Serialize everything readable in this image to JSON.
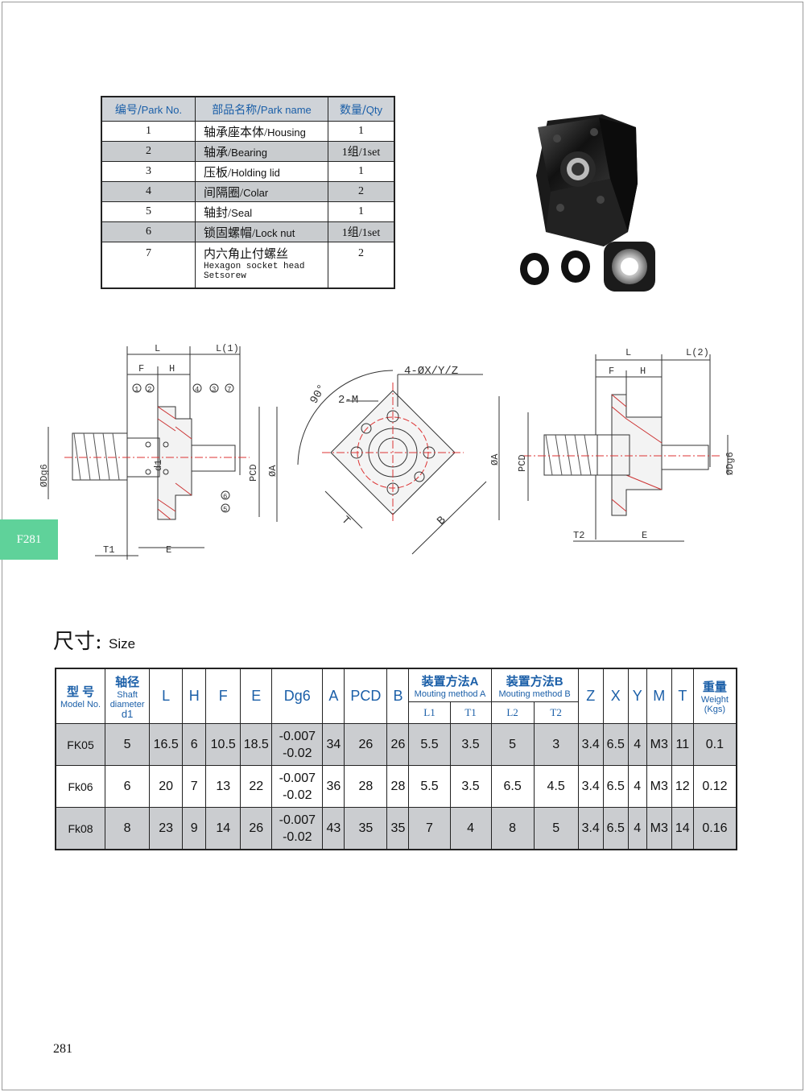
{
  "parts_table": {
    "headers": {
      "no_cn": "编号/",
      "no_en": "Park No.",
      "name_cn": "部品名称/",
      "name_en": "Park name",
      "qty_cn": "数量/",
      "qty_en": "Qty"
    },
    "rows": [
      {
        "no": "1",
        "name_cn": "轴承座本体/",
        "name_en": "Housing",
        "qty": "1"
      },
      {
        "no": "2",
        "name_cn": "轴承/",
        "name_en": "Bearing",
        "qty": "1组/1set"
      },
      {
        "no": "3",
        "name_cn": "压板/",
        "name_en": "Holding lid",
        "qty": "1"
      },
      {
        "no": "4",
        "name_cn": "间隔圈/",
        "name_en": "Colar",
        "qty": "2"
      },
      {
        "no": "5",
        "name_cn": "轴封/",
        "name_en": "Seal",
        "qty": "1"
      },
      {
        "no": "6",
        "name_cn": "锁固螺帽/",
        "name_en": "Lock nut",
        "qty": "1组/1set"
      },
      {
        "no": "7",
        "name_cn": "内六角止付螺丝",
        "name_en": "Hexagon socket head",
        "name_en2": "Setsorew",
        "qty": "2"
      }
    ]
  },
  "drawing_labels": {
    "L": "L",
    "L1": "L(1)",
    "L2": "L(2)",
    "F": "F",
    "H": "H",
    "T1": "T1",
    "T2": "T2",
    "E": "E",
    "Dg6": "ØDg6",
    "d1": "d1",
    "PCD": "PCD",
    "A": "ØA",
    "holes": "4-ØX/Y/Z",
    "M": "2-M",
    "angle": "90°",
    "T": "T",
    "B": "B",
    "callouts": [
      "1",
      "2",
      "3",
      "4",
      "5",
      "6",
      "7"
    ]
  },
  "side_tab": "F281",
  "size_section": {
    "title_cn": "尺寸:",
    "title_en": "Size"
  },
  "size_table": {
    "model_cn": "型  号",
    "model_en": "Model No.",
    "shaft_cn": "轴径",
    "shaft_en1": "Shaft",
    "shaft_en2": "diameter",
    "shaft_d1": "d1",
    "cols": [
      "L",
      "H",
      "F",
      "E",
      "Dg6",
      "A",
      "PCD",
      "B"
    ],
    "mountA_cn": "装置方法A",
    "mountA_en": "Mouting  method  A",
    "mountB_cn": "装置方法B",
    "mountB_en": "Mouting  method  B",
    "sub": [
      "L1",
      "T1",
      "L2",
      "T2"
    ],
    "cols2": [
      "Z",
      "X",
      "Y",
      "M",
      "T"
    ],
    "weight_cn": "重量",
    "weight_en1": "Weight",
    "weight_en2": "(Kgs)",
    "rows": [
      {
        "model": "FK05",
        "d1": "5",
        "L": "16.5",
        "H": "6",
        "F": "10.5",
        "E": "18.5",
        "dg6a": "-0.007",
        "dg6b": "-0.02",
        "A": "34",
        "PCD": "26",
        "B": "26",
        "L1": "5.5",
        "T1": "3.5",
        "L2": "5",
        "T2": "3",
        "Z": "3.4",
        "X": "6.5",
        "Y": "4",
        "M": "M3",
        "T": "11",
        "W": "0.1"
      },
      {
        "model": "Fk06",
        "d1": "6",
        "L": "20",
        "H": "7",
        "F": "13",
        "E": "22",
        "dg6a": "-0.007",
        "dg6b": "-0.02",
        "A": "36",
        "PCD": "28",
        "B": "28",
        "L1": "5.5",
        "T1": "3.5",
        "L2": "6.5",
        "T2": "4.5",
        "Z": "3.4",
        "X": "6.5",
        "Y": "4",
        "M": "M3",
        "T": "12",
        "W": "0.12"
      },
      {
        "model": "Fk08",
        "d1": "8",
        "L": "23",
        "H": "9",
        "F": "14",
        "E": "26",
        "dg6a": "-0.007",
        "dg6b": "-0.02",
        "A": "43",
        "PCD": "35",
        "B": "35",
        "L1": "7",
        "T1": "4",
        "L2": "8",
        "T2": "5",
        "Z": "3.4",
        "X": "6.5",
        "Y": "4",
        "M": "M3",
        "T": "14",
        "W": "0.16"
      }
    ]
  },
  "page_number": "281"
}
